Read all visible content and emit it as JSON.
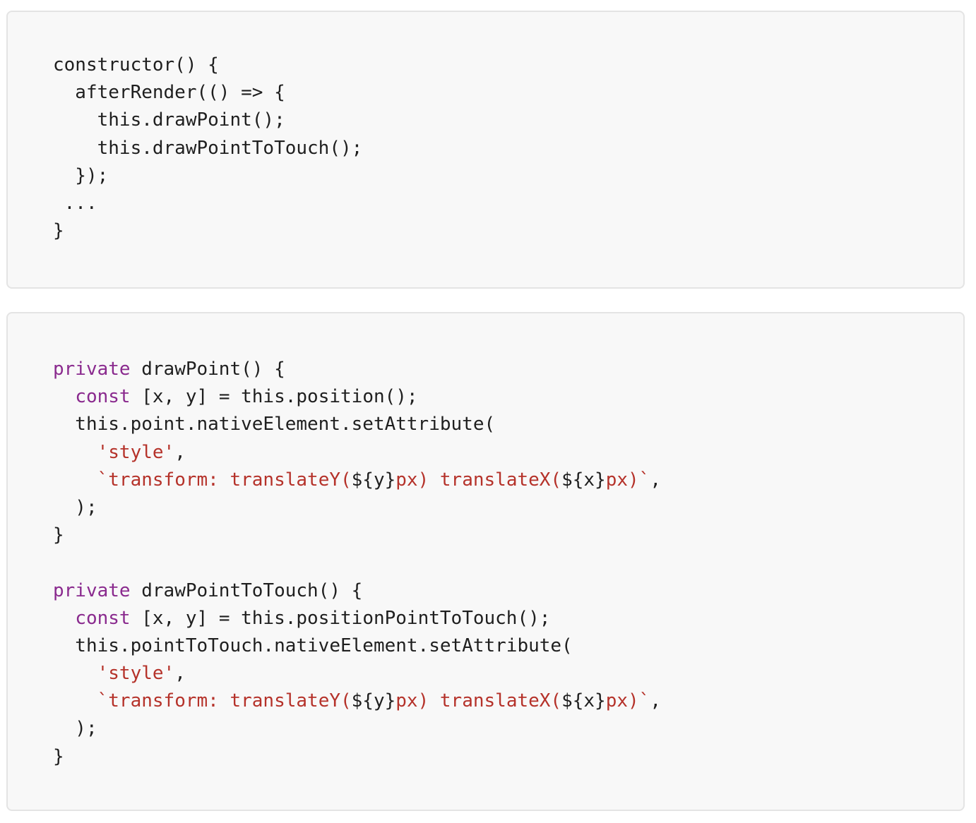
{
  "code_blocks": [
    {
      "lines": [
        [
          {
            "t": "plain",
            "v": "constructor() {"
          }
        ],
        [
          {
            "t": "plain",
            "v": "  afterRender(() => {"
          }
        ],
        [
          {
            "t": "plain",
            "v": "    this.drawPoint();"
          }
        ],
        [
          {
            "t": "plain",
            "v": "    this.drawPointToTouch();"
          }
        ],
        [
          {
            "t": "plain",
            "v": "  });"
          }
        ],
        [
          {
            "t": "plain",
            "v": " ..."
          }
        ],
        [
          {
            "t": "plain",
            "v": "}"
          }
        ]
      ]
    },
    {
      "lines": [
        [
          {
            "t": "kw",
            "v": "private"
          },
          {
            "t": "plain",
            "v": " drawPoint() {"
          }
        ],
        [
          {
            "t": "plain",
            "v": "  "
          },
          {
            "t": "kw",
            "v": "const"
          },
          {
            "t": "plain",
            "v": " [x, y] = this.position();"
          }
        ],
        [
          {
            "t": "plain",
            "v": "  this.point.nativeElement.setAttribute("
          }
        ],
        [
          {
            "t": "plain",
            "v": "    "
          },
          {
            "t": "str",
            "v": "'style'"
          },
          {
            "t": "plain",
            "v": ","
          }
        ],
        [
          {
            "t": "plain",
            "v": "    "
          },
          {
            "t": "str",
            "v": "`transform: translateY("
          },
          {
            "t": "plain",
            "v": "${y}"
          },
          {
            "t": "str",
            "v": "px) translateX("
          },
          {
            "t": "plain",
            "v": "${x}"
          },
          {
            "t": "str",
            "v": "px)`"
          },
          {
            "t": "plain",
            "v": ","
          }
        ],
        [
          {
            "t": "plain",
            "v": "  );"
          }
        ],
        [
          {
            "t": "plain",
            "v": "}"
          }
        ],
        [
          {
            "t": "plain",
            "v": ""
          }
        ],
        [
          {
            "t": "kw",
            "v": "private"
          },
          {
            "t": "plain",
            "v": " drawPointToTouch() {"
          }
        ],
        [
          {
            "t": "plain",
            "v": "  "
          },
          {
            "t": "kw",
            "v": "const"
          },
          {
            "t": "plain",
            "v": " [x, y] = this.positionPointToTouch();"
          }
        ],
        [
          {
            "t": "plain",
            "v": "  this.pointToTouch.nativeElement.setAttribute("
          }
        ],
        [
          {
            "t": "plain",
            "v": "    "
          },
          {
            "t": "str",
            "v": "'style'"
          },
          {
            "t": "plain",
            "v": ","
          }
        ],
        [
          {
            "t": "plain",
            "v": "    "
          },
          {
            "t": "str",
            "v": "`transform: translateY("
          },
          {
            "t": "plain",
            "v": "${y}"
          },
          {
            "t": "str",
            "v": "px) translateX("
          },
          {
            "t": "plain",
            "v": "${x}"
          },
          {
            "t": "str",
            "v": "px)`"
          },
          {
            "t": "plain",
            "v": ","
          }
        ],
        [
          {
            "t": "plain",
            "v": "  );"
          }
        ],
        [
          {
            "t": "plain",
            "v": "}"
          }
        ]
      ]
    }
  ],
  "colors": {
    "keyword": "#8a2a8e",
    "string": "#b5322a",
    "plain": "#1f1f1f",
    "block_background": "#f8f8f8",
    "block_border": "#e4e4e4"
  }
}
